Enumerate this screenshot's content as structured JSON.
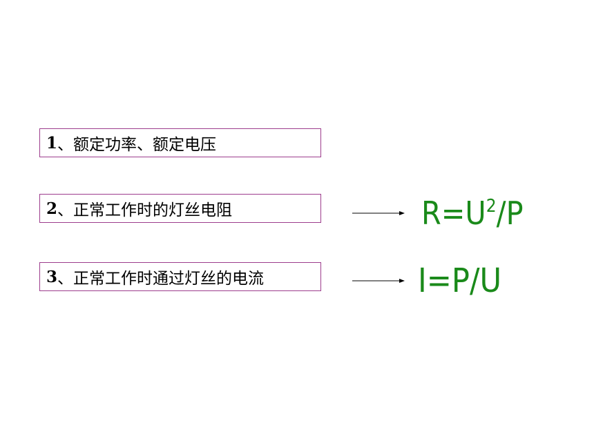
{
  "items": [
    {
      "number": "1",
      "text": "、额定功率、额定电压"
    },
    {
      "number": "2",
      "text": "、正常工作时的灯丝电阻"
    },
    {
      "number": "3",
      "text": "、正常工作时通过灯丝的电流"
    }
  ],
  "formulas": {
    "resistance": {
      "prefix": "R=U",
      "superscript": "2",
      "suffix": "/P"
    },
    "current": {
      "text": "I=P/U"
    }
  },
  "colors": {
    "box_border": "#9c3b8c",
    "formula_green": "#1a8a1a",
    "text": "#000000"
  }
}
